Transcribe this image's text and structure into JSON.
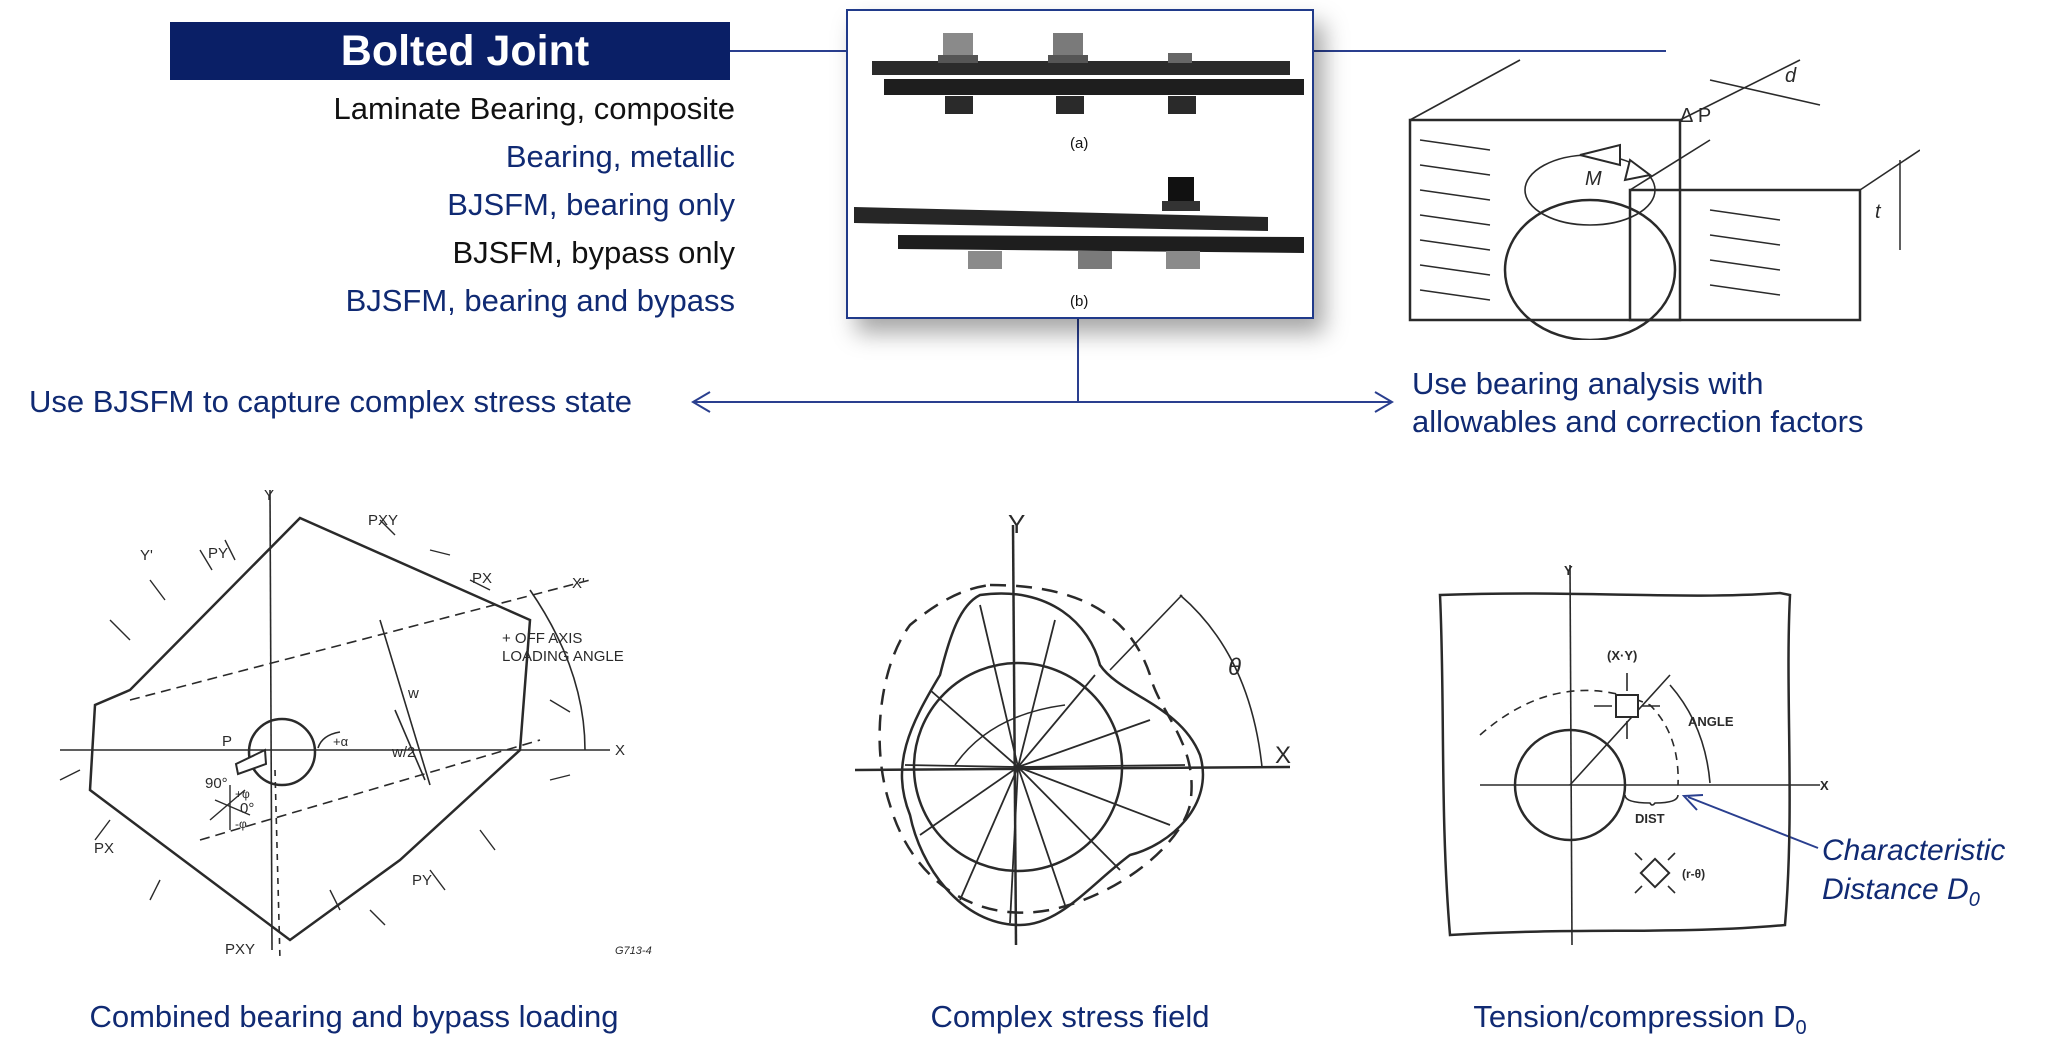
{
  "title": "Bolted Joint",
  "analysis_options": [
    {
      "label": "Laminate Bearing, composite",
      "color": "#111111"
    },
    {
      "label": "Bearing, metallic",
      "color": "#102a73"
    },
    {
      "label": "BJSFM, bearing only",
      "color": "#102a73"
    },
    {
      "label": "BJSFM, bypass only",
      "color": "#111111"
    },
    {
      "label": "BJSFM, bearing and bypass",
      "color": "#102a73"
    }
  ],
  "photo": {
    "label_a": "(a)",
    "label_b": "(b)"
  },
  "left_branch": "Use BJSFM to capture complex stress state",
  "right_branch": {
    "line1": "Use bearing analysis with",
    "line2": "allowables and correction factors"
  },
  "bearing_sketch": {
    "d": "d",
    "delta_p": "Δ P",
    "m": "M",
    "t": "t"
  },
  "loading_diagram": {
    "y": "Y",
    "y_prime": "Y'",
    "py_top": "PY",
    "pxy_top": "PXY",
    "px_top": "PX",
    "x_prime": "X'",
    "off_axis_1": "+ OFF AXIS",
    "off_axis_2": "LOADING ANGLE",
    "w": "w",
    "w_half": "w/2",
    "p": "P",
    "alpha": "+α",
    "x": "X",
    "deg90": "90°",
    "phi_plus": "+φ",
    "deg0": "0°",
    "phi_minus": "-φ",
    "px_left": "PX",
    "py_bottom": "PY",
    "pxy_bottom": "PXY",
    "code": "G713-4"
  },
  "stress_field": {
    "y": "Y",
    "theta": "θ",
    "x": "X"
  },
  "dist_diagram": {
    "y": "Y",
    "xy": "(X·Y)",
    "angle": "ANGLE",
    "x": "X",
    "dist": "DIST",
    "rtheta": "(r-θ)"
  },
  "char_distance": {
    "line1": "Characteristic",
    "line2_main": "Distance D",
    "line2_sub": "0"
  },
  "captions": {
    "loading": "Combined bearing and bypass loading",
    "stress": "Complex stress field",
    "tension_main": "Tension/compression D",
    "tension_sub": "0"
  },
  "colors": {
    "navy": "#0a1f66",
    "text_blue": "#102a73",
    "connector": "#2a3f8f"
  }
}
